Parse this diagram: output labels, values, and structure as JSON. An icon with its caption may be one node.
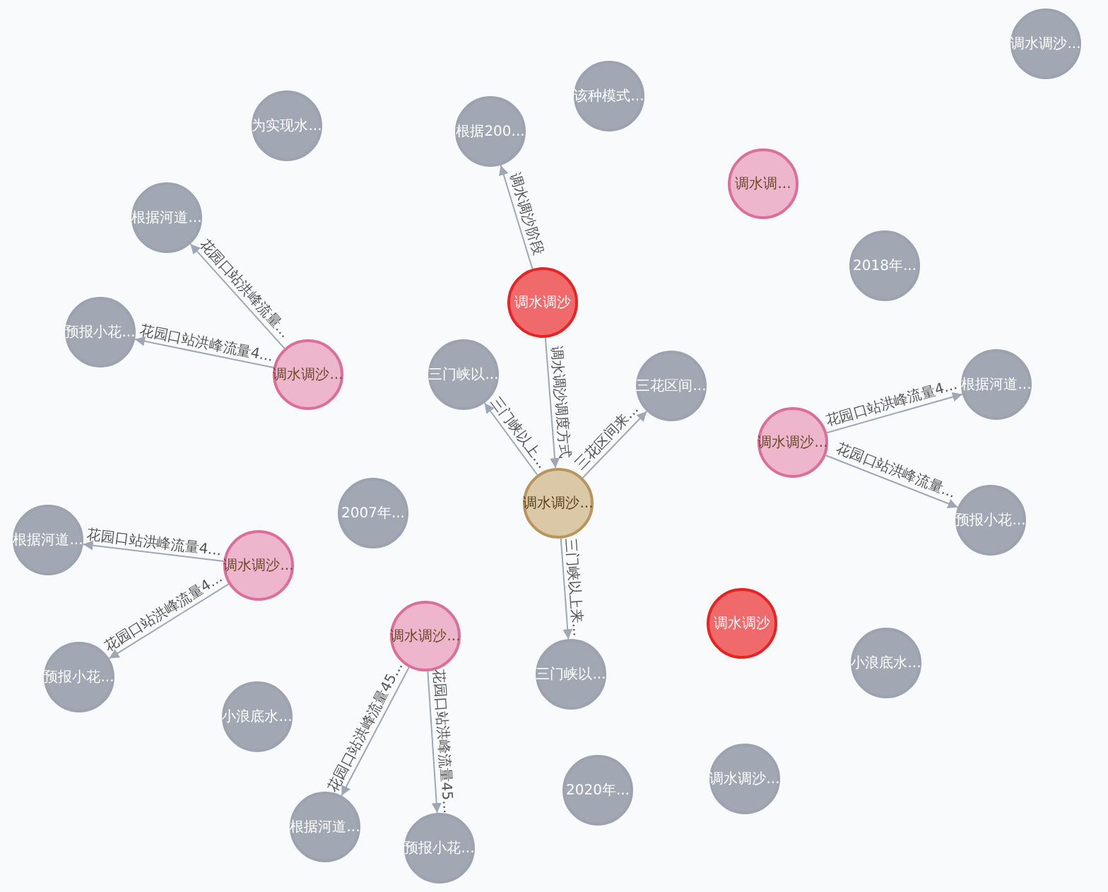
{
  "diagram": {
    "nodes": [
      {
        "text": [
          "调水调沙..."
        ]
      },
      {
        "text": [
          "该种模式..."
        ]
      },
      {
        "text": [
          "为实现水..."
        ]
      },
      {
        "text": [
          "根据200..."
        ]
      },
      {
        "text": [
          "调水调..."
        ]
      },
      {
        "text": [
          "根据河道..."
        ]
      },
      {
        "text": [
          "2018年..."
        ]
      },
      {
        "text": [
          "调水调沙"
        ]
      },
      {
        "text": [
          "预报小花..."
        ]
      },
      {
        "text": [
          "调水调沙..."
        ]
      },
      {
        "text": [
          "三门峡以..."
        ]
      },
      {
        "text": [
          "三花区间..."
        ]
      },
      {
        "text": [
          "根据河道..."
        ]
      },
      {
        "text": [
          "调水调沙..."
        ]
      },
      {
        "text": [
          "调水调沙..."
        ]
      },
      {
        "text": [
          "2007年..."
        ]
      },
      {
        "text": [
          "预报小花..."
        ]
      },
      {
        "text": [
          "根据河道..."
        ]
      },
      {
        "text": [
          "调水调沙..."
        ]
      },
      {
        "text": [
          "调水调沙"
        ]
      },
      {
        "text": [
          "三门峡以..."
        ]
      },
      {
        "text": [
          "预报小花..."
        ]
      },
      {
        "text": [
          "小浪底水..."
        ]
      },
      {
        "text": [
          "调水调沙..."
        ]
      },
      {
        "text": [
          "小浪底水..."
        ]
      },
      {
        "text": [
          "2020年..."
        ]
      },
      {
        "text": [
          "调水调沙..."
        ]
      },
      {
        "text": [
          "根据河道..."
        ]
      },
      {
        "text": [
          "预报小花..."
        ]
      }
    ],
    "edges": [
      {
        "from": 7,
        "to": 3,
        "arrow": "to",
        "label": "调水调沙阶段"
      },
      {
        "from": 7,
        "to": 14,
        "arrow": "to",
        "label": "调水调沙调度方式"
      },
      {
        "from": 14,
        "to": 10,
        "arrow": "to",
        "label": "三门峡以上..."
      },
      {
        "from": 14,
        "to": 11,
        "arrow": "to",
        "label": "三花区间来..."
      },
      {
        "from": 14,
        "to": 20,
        "arrow": "to",
        "label": "三门峡以上来..."
      },
      {
        "from": 9,
        "to": 5,
        "arrow": "to",
        "label": "花园口站洪峰流量..."
      },
      {
        "from": 9,
        "to": 8,
        "arrow": "to",
        "label": "花园口站洪峰流量4..."
      },
      {
        "from": 13,
        "to": 12,
        "arrow": "to",
        "label": "花园口站洪峰流量4..."
      },
      {
        "from": 13,
        "to": 16,
        "arrow": "to",
        "label": "花园口站洪峰流量..."
      },
      {
        "from": 18,
        "to": 17,
        "arrow": "to",
        "label": "花园口站洪峰流量4..."
      },
      {
        "from": 18,
        "to": 21,
        "arrow": "to",
        "label": "花园口站洪峰流量4..."
      },
      {
        "from": 23,
        "to": 27,
        "arrow": "to",
        "label": "花园口站洪峰流量45..."
      },
      {
        "from": 23,
        "to": 28,
        "arrow": "to",
        "label": "花园口站洪峰流量45..."
      }
    ]
  }
}
